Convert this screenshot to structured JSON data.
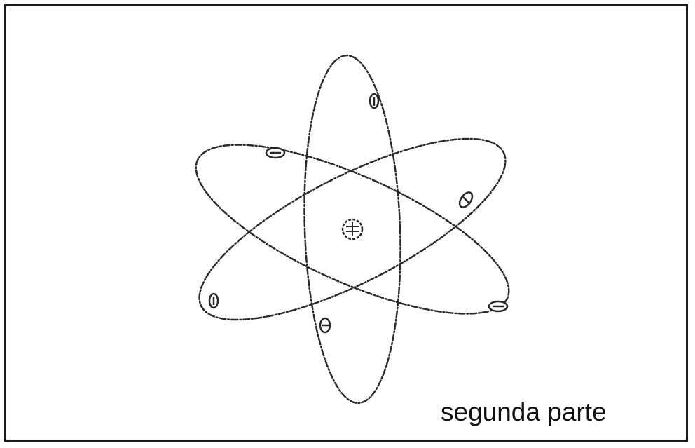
{
  "caption": "segunda parte",
  "ink_color": "#2a2a2a",
  "nucleus_icon": "nucleus-icon",
  "electron_icon": "electron-icon",
  "orbit_count": 3,
  "electron_count": 6
}
